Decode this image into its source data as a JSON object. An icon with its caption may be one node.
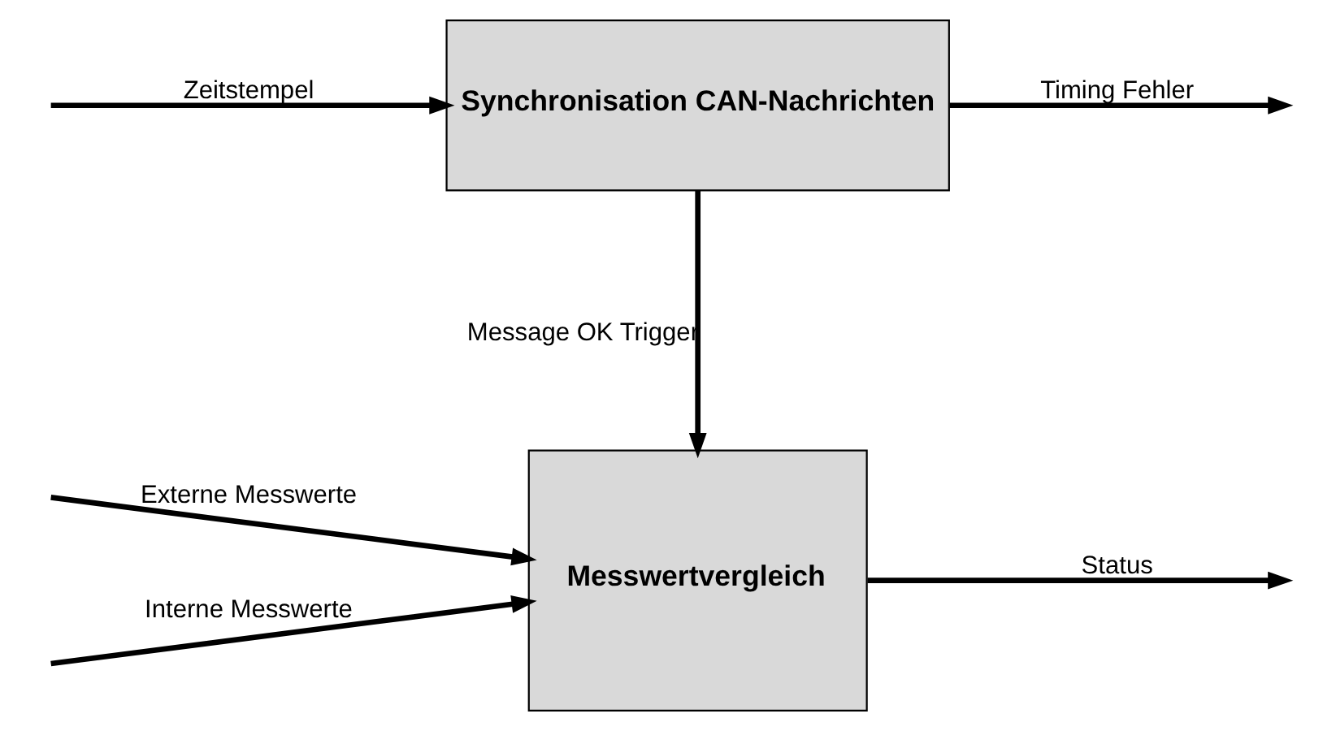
{
  "diagram": {
    "nodes": [
      {
        "text": [
          "Synchronisation CAN-Nachrichten"
        ]
      },
      {
        "text": [
          "Messwertvergleich"
        ]
      }
    ],
    "edges": [
      {
        "from": null,
        "to": 0,
        "arrow": "to",
        "label": "Zeitstempel"
      },
      {
        "from": 0,
        "to": null,
        "arrow": "to",
        "label": "Timing Fehler"
      },
      {
        "from": 0,
        "to": 1,
        "arrow": "to",
        "label": "Message OK Trigger"
      },
      {
        "from": null,
        "to": 1,
        "arrow": "to",
        "label": "Externe Messwerte"
      },
      {
        "from": null,
        "to": 1,
        "arrow": "to",
        "label": "Interne Messwerte"
      },
      {
        "from": 1,
        "to": null,
        "arrow": "to",
        "label": "Status"
      }
    ]
  }
}
